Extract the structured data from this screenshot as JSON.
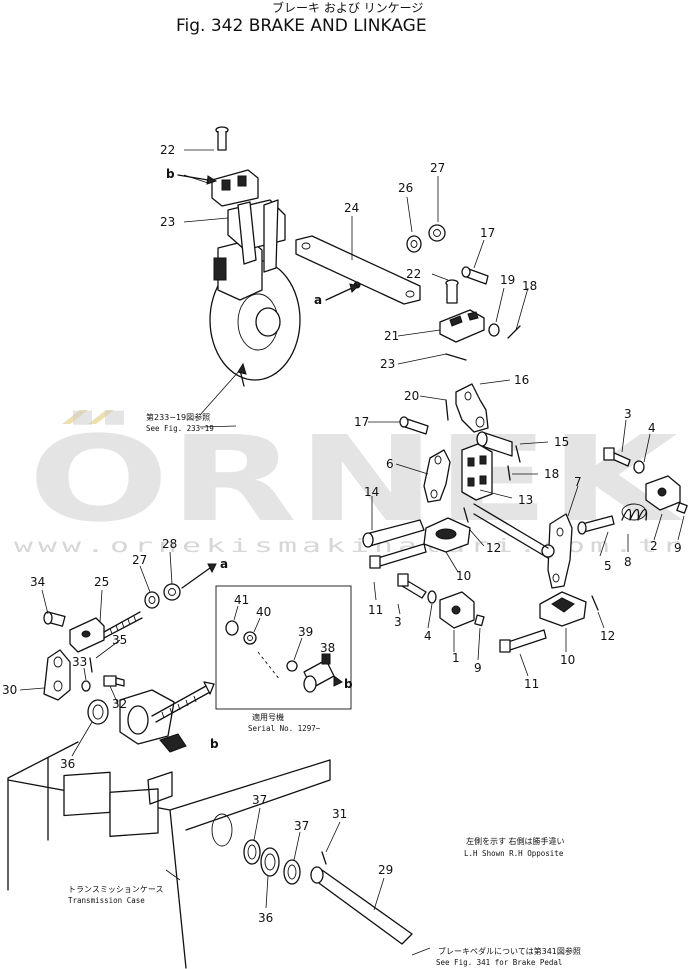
{
  "header": {
    "title_jp": "ブレーキ および リンケージ",
    "title_en": "Fig. 342   BRAKE AND LINKAGE"
  },
  "watermark": {
    "brand": "ÖRNEK",
    "url": "www.ornekismakinalari.com.tr"
  },
  "callouts": {
    "c22a": "22",
    "c23a": "23",
    "c24": "24",
    "c26": "26",
    "c27a": "27",
    "c17a": "17",
    "c22b": "22",
    "c19": "19",
    "c18a": "18",
    "c21": "21",
    "c23b": "23",
    "c20": "20",
    "c16": "16",
    "c17b": "17",
    "c15": "15",
    "c18b": "18",
    "c13": "13",
    "c6": "6",
    "c14": "14",
    "c12a": "12",
    "c10a": "10",
    "c11a": "11",
    "c3a": "3",
    "c4a": "4",
    "c1": "1",
    "c9a": "9",
    "c7": "7",
    "c5": "5",
    "c8": "8",
    "c2": "2",
    "c9b": "9",
    "c3b": "3",
    "c4b": "4",
    "c12b": "12",
    "c10b": "10",
    "c11b": "11",
    "c34": "34",
    "c25": "25",
    "c27b": "27",
    "c28": "28",
    "c35": "35",
    "c33": "33",
    "c30": "30",
    "c32": "32",
    "c36a": "36",
    "c41": "41",
    "c40": "40",
    "c39": "39",
    "c38": "38",
    "c37a": "37",
    "c37b": "37",
    "c36b": "36",
    "c31": "31",
    "c29": "29"
  },
  "letters": {
    "b_top": "b",
    "a_mid": "a",
    "a_right": "a",
    "b_box": "b",
    "b_shaft": "b"
  },
  "notes": {
    "see233_jp": "第233−19図参照",
    "see233_en": "See  Fig.  233-19",
    "serial_jp": "適用号機",
    "serial_en": "Serial  No. 1297~",
    "lh_jp": "左側を示す 右側は勝手違い",
    "lh_en": "L.H  Shown  R.H  Opposite",
    "tm_jp": "トランスミッションケース",
    "tm_en": "Transmission  Case",
    "pedal_jp": "ブレーキペダルについては第341図参照",
    "pedal_en": "See  Fig.  341  for  Brake  Pedal"
  }
}
